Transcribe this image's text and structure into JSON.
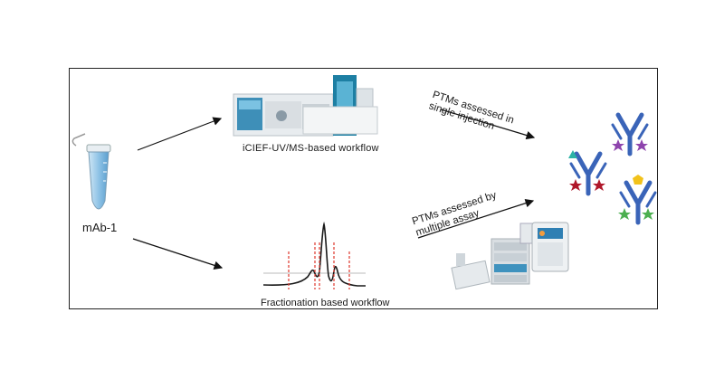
{
  "sample": {
    "label": "mAb-1"
  },
  "workflows": {
    "top": {
      "label": "iCIEF-UV/MS-based workflow",
      "arrow_label_line1": "PTMs assessed in",
      "arrow_label_line2": "single injection"
    },
    "bottom": {
      "label": "Fractionation based workflow",
      "arrow_label_line1": "PTMs assessed by",
      "arrow_label_line2": "multiple assay"
    }
  },
  "colors": {
    "antibody": "#3a64b8",
    "tube": "#8fc3e6",
    "instrument_teal": "#1d7fa3",
    "fraction_lines": "#e0463c",
    "star_purple": "#8e44ad",
    "star_red": "#b0172a",
    "star_green": "#4caf50",
    "star_yellow": "#f2c21b"
  }
}
